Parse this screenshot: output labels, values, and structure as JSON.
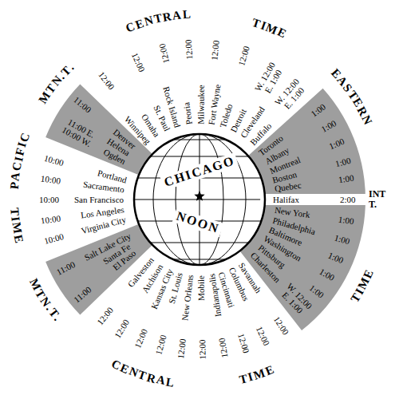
{
  "diagram": {
    "nodes": [
      {
        "text": [
          "CHICAGO",
          "NOON"
        ]
      },
      {
        "text": [
          "Denver",
          "11:00",
          "Helena",
          "11:00 E. 10:00 W.",
          "Ogden"
        ]
      },
      {
        "text": [
          "Toronto",
          "1:00",
          "Albany",
          "1:00",
          "Montreal",
          "1:00",
          "Boston",
          "1:00",
          "Quebec",
          "1:00",
          "New York",
          "1:00",
          "Philadelphia",
          "1:00",
          "Baltimore",
          "1:00",
          "Washington",
          "1:00",
          "Pittsburg",
          "1:00",
          "Charleston",
          "W. 12:00 E. 1:00"
        ]
      },
      {
        "text": [
          "Salt Lake City",
          "11:00",
          "Santa Fe",
          "El Paso",
          "11:00"
        ]
      }
    ],
    "labels": [
      "CENTRAL",
      "TIME",
      "EASTERN",
      "TIME",
      "CENTRAL",
      "TIME",
      "PACIFIC",
      "TIME",
      "MTN.T.",
      "MTN.T.",
      "12:00",
      "12:00",
      "12:00",
      "12:00",
      "12:00",
      "12:00",
      "W. 12:00 E. 1:00",
      "W. 12:00 E. 1:00",
      "Winnipeg",
      "Omaha",
      "St. Paul",
      "Rock Island",
      "Peoria",
      "Milwaukee",
      "Fort Wayne",
      "Toledo",
      "Detroit",
      "Cleveland",
      "Buffalo",
      "Halifax",
      "2:00",
      "INT T.",
      "Savannah",
      "Columbus",
      "Cincinnati",
      "Indianapolis",
      "Mobile",
      "New Orleans",
      "St. Louis",
      "Kansas City",
      "Atchison",
      "Galveston",
      "12:00",
      "12:00",
      "12:00",
      "12:00",
      "12:00",
      "12:00",
      "12:00",
      "12:00",
      "12:00",
      "12:00",
      "Portland",
      "Sacramento",
      "San Francisco",
      "Los Angeles",
      "Virginia City",
      "10:00",
      "10:00",
      "10:00",
      "10:00",
      "10:00"
    ]
  }
}
